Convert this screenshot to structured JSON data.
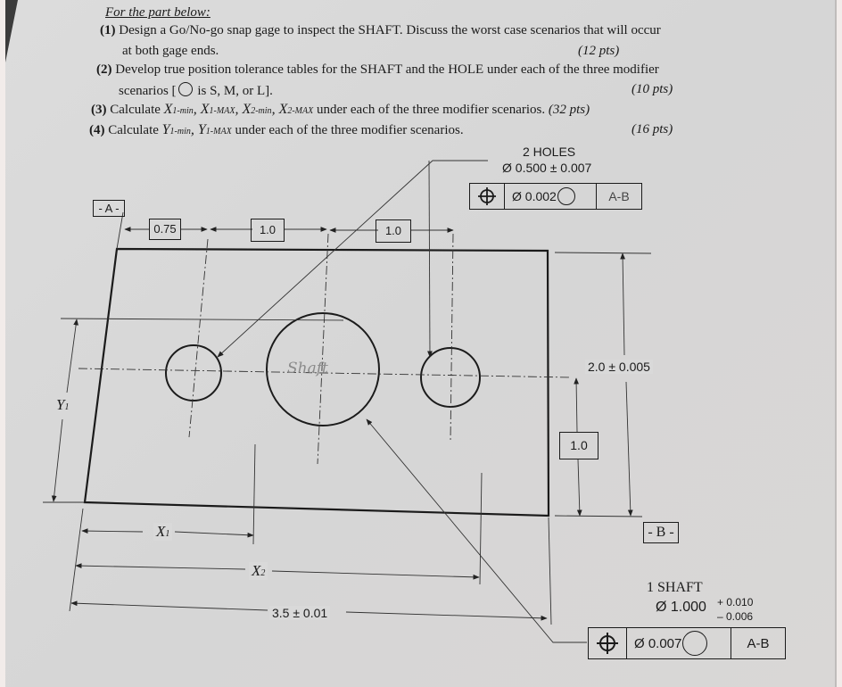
{
  "problem": {
    "heading": "For the part below:",
    "questions": [
      {
        "number": "(1)",
        "text": "Design a Go/No-go snap gage to inspect the SHAFT. Discuss the worst case scenarios that will occur",
        "text2": "at both gage ends.",
        "points": "(12 pts)"
      },
      {
        "number": "(2)",
        "text": "Develop true position tolerance tables for the SHAFT and the HOLE under each of the three modifier",
        "text2_pre": "scenarios [",
        "text2_post": " is S, M, or L].",
        "points": "(10 pts)"
      },
      {
        "number": "(3)",
        "text_pre": "Calculate ",
        "vars": [
          "X",
          "1-min",
          ", X",
          "1-MAX",
          ", X",
          "2-min",
          ", X",
          "2-MAX"
        ],
        "text_post": " under each of the three modifier scenarios.",
        "points": "(32 pts)"
      },
      {
        "number": "(4)",
        "text_pre": "Calculate ",
        "vars": [
          "Y",
          "1-min",
          ", Y",
          "1-MAX"
        ],
        "text_post": " under each of the three modifier scenarios.",
        "points": "(16 pts)"
      }
    ]
  },
  "drawing": {
    "holes_callout": {
      "line1": "2 HOLES",
      "line2": "Ø 0.500 ± 0.007"
    },
    "holes_fcf": {
      "symbol": "true-position",
      "tolerance": "Ø 0.002",
      "modifier": "circle",
      "datum": "A-B"
    },
    "shaft_callout": {
      "line1": "1 SHAFT",
      "line2": "Ø 1.000",
      "upper_tol": "+ 0.010",
      "lower_tol": "– 0.006"
    },
    "shaft_fcf": {
      "symbol": "true-position",
      "tolerance": "Ø 0.007",
      "modifier": "circle",
      "datum": "A-B"
    },
    "datum_a": "- A -",
    "datum_b": "- B -",
    "dims_top": [
      "0.75",
      "1.0",
      "1.0"
    ],
    "dim_height_basic": "1.0",
    "dim_height_total": "2.0 ± 0.005",
    "dim_width_total": "3.5 ± 0.01",
    "var_x1": "X",
    "var_x1_sub": "1",
    "var_x2": "X",
    "var_x2_sub": "2",
    "var_y1": "Y",
    "var_y1_sub": "1",
    "handwritten_label": "Shaft"
  }
}
